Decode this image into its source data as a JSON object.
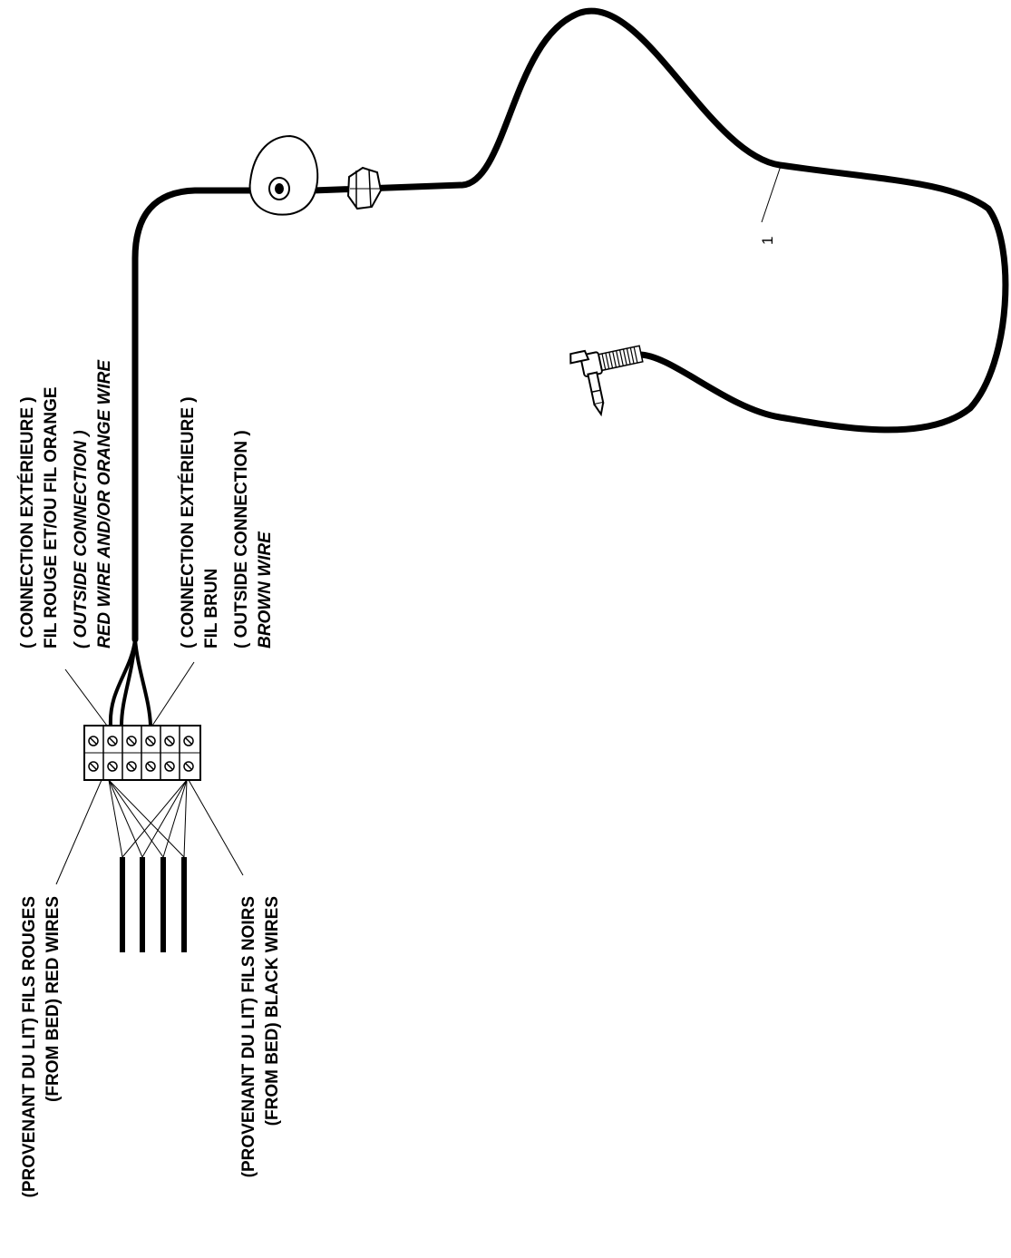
{
  "callout": {
    "part_number": "1"
  },
  "labels": {
    "outside_connection_red": {
      "line1": "( CONNECTION EXTÉRIEURE )",
      "line2": "FIL ROUGE ET/OU FIL ORANGE",
      "line3": "( OUTSIDE CONNECTION )",
      "line4": "RED WIRE AND/OR ORANGE WIRE"
    },
    "outside_connection_brown": {
      "line1": "( CONNECTION EXTÉRIEURE )",
      "line2": "FIL BRUN",
      "line3": "( OUTSIDE CONNECTION )",
      "line4": "BROWN WIRE"
    },
    "bed_red_wires": {
      "line1": "(PROVENANT DU LIT) FILS ROUGES",
      "line2": "(FROM BED) RED WIRES"
    },
    "bed_black_wires": {
      "line1": "(PROVENANT DU LIT) FILS NOIRS",
      "line2": "(FROM BED) BLACK WIRES"
    }
  },
  "colors": {
    "line": "#000000",
    "background": "#ffffff"
  }
}
